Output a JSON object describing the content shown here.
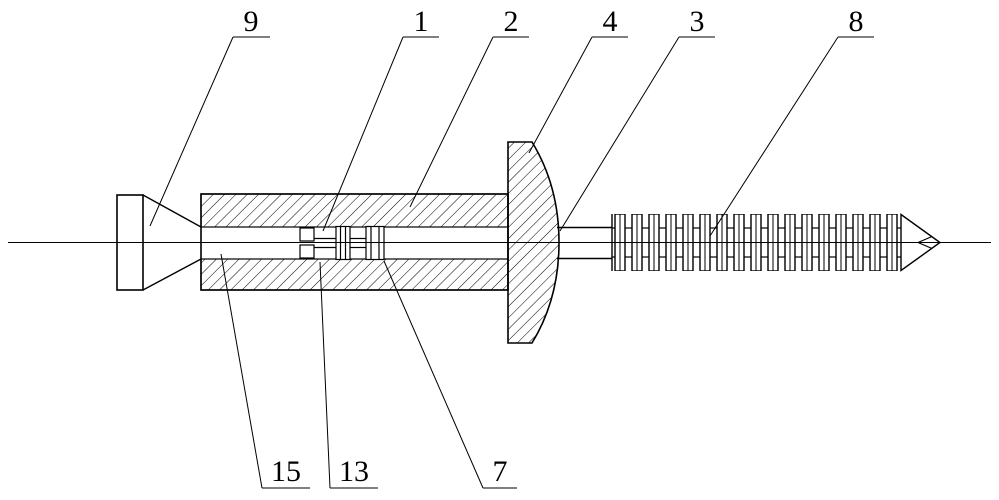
{
  "figure": {
    "background": "#ffffff",
    "line_color": "#000000",
    "kind": "patent-style cross-section drawing of a screw anchor assembly"
  },
  "callouts": {
    "n9": "9",
    "n1": "1",
    "n2": "2",
    "n4": "4",
    "n3": "3",
    "n8": "8",
    "n15": "15",
    "n13": "13",
    "n7": "7"
  }
}
